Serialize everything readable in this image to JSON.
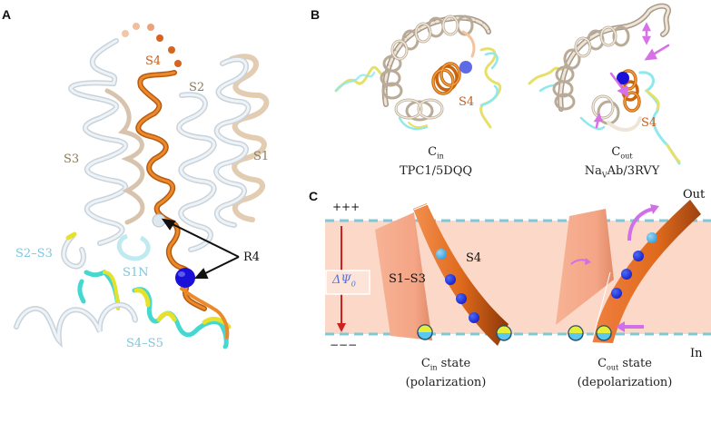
{
  "panels": {
    "A": {
      "letter": "A",
      "labels": {
        "s4": "S4",
        "s2": "S2",
        "s3": "S3",
        "s1": "S1",
        "s2_s3": "S2–S3",
        "s1n": "S1N",
        "s4_s5": "S4–S5",
        "r4": "R4"
      }
    },
    "B": {
      "letter": "B",
      "left": {
        "s4": "S4",
        "state_main": "C",
        "state_sub": "in",
        "structure": "TPC1/5DQQ"
      },
      "right": {
        "s4": "S4",
        "state_main": "C",
        "state_sub": "out",
        "structure_pre": "Na",
        "structure_sub": "V",
        "structure_post": "Ab/3RVY"
      }
    },
    "C": {
      "letter": "C",
      "plus": "+++",
      "minus": "−−−",
      "out": "Out",
      "in": "In",
      "potential_main": "ΔΨ",
      "potential_sub": "0",
      "s1_s3": "S1–S3",
      "s4": "S4",
      "left_state": {
        "main": "C",
        "sub": "in",
        "post": " state",
        "desc": "(polarization)"
      },
      "right_state": {
        "main": "C",
        "sub": "out",
        "post": " state",
        "desc": "(depolarization)"
      }
    }
  },
  "colors": {
    "membrane": "#fcd8c8",
    "membrane_line": "#7ec8d8",
    "s4_orange": "#e0701e",
    "s1s3_salmon": "#f5a98a",
    "charge_blue": "#2a40e0",
    "light_blue": "#5ab8e8",
    "arrow_magenta": "#d070e8",
    "potential_red": "#d02020",
    "label_cyan": "#7cc8e0",
    "label_tan": "#8c7a5a",
    "label_orange": "#c8601e"
  }
}
